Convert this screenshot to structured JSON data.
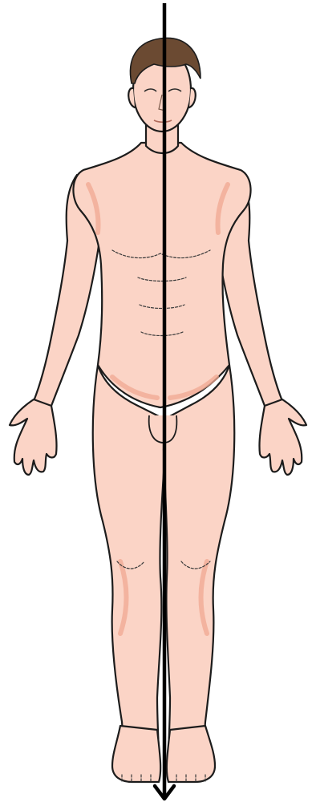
{
  "figure": {
    "subject": "standing-human-figure-anterior-view",
    "skin_color": "#fbd4c6",
    "shade_color": "#f0a892",
    "hair_color": "#6b4a32",
    "outline_color": "#1c1c1c",
    "axis_line": {
      "orientation": "vertical",
      "direction": "down",
      "arrowhead": "bottom",
      "color": "#000000"
    }
  }
}
